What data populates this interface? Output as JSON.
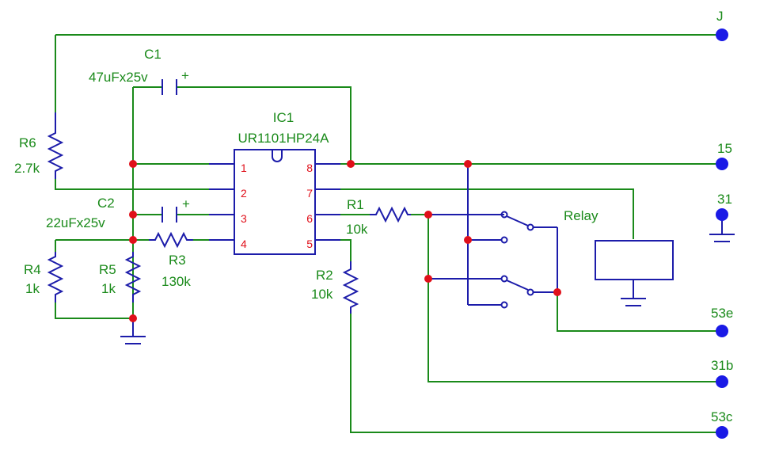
{
  "ic": {
    "ref": "IC1",
    "part": "UR1101HP24A",
    "pins": [
      "1",
      "2",
      "3",
      "4",
      "5",
      "6",
      "7",
      "8"
    ]
  },
  "components": {
    "c1": {
      "ref": "C1",
      "value": "47uFx25v",
      "polarity": "+"
    },
    "c2": {
      "ref": "C2",
      "value": "22uFx25v",
      "polarity": "+"
    },
    "r1": {
      "ref": "R1",
      "value": "10k"
    },
    "r2": {
      "ref": "R2",
      "value": "10k"
    },
    "r3": {
      "ref": "R3",
      "value": "130k"
    },
    "r4": {
      "ref": "R4",
      "value": "1k"
    },
    "r5": {
      "ref": "R5",
      "value": "1k"
    },
    "r6": {
      "ref": "R6",
      "value": "2.7k"
    },
    "relay": {
      "label": "Relay"
    }
  },
  "terminals": {
    "j": "J",
    "t15": "15",
    "t31": "31",
    "t53e": "53e",
    "t31b": "31b",
    "t53c": "53c"
  },
  "colors": {
    "wire": "#1a8a1a",
    "component": "#1c1caa",
    "junction": "#e0101a",
    "terminal": "#1a1ae6"
  }
}
